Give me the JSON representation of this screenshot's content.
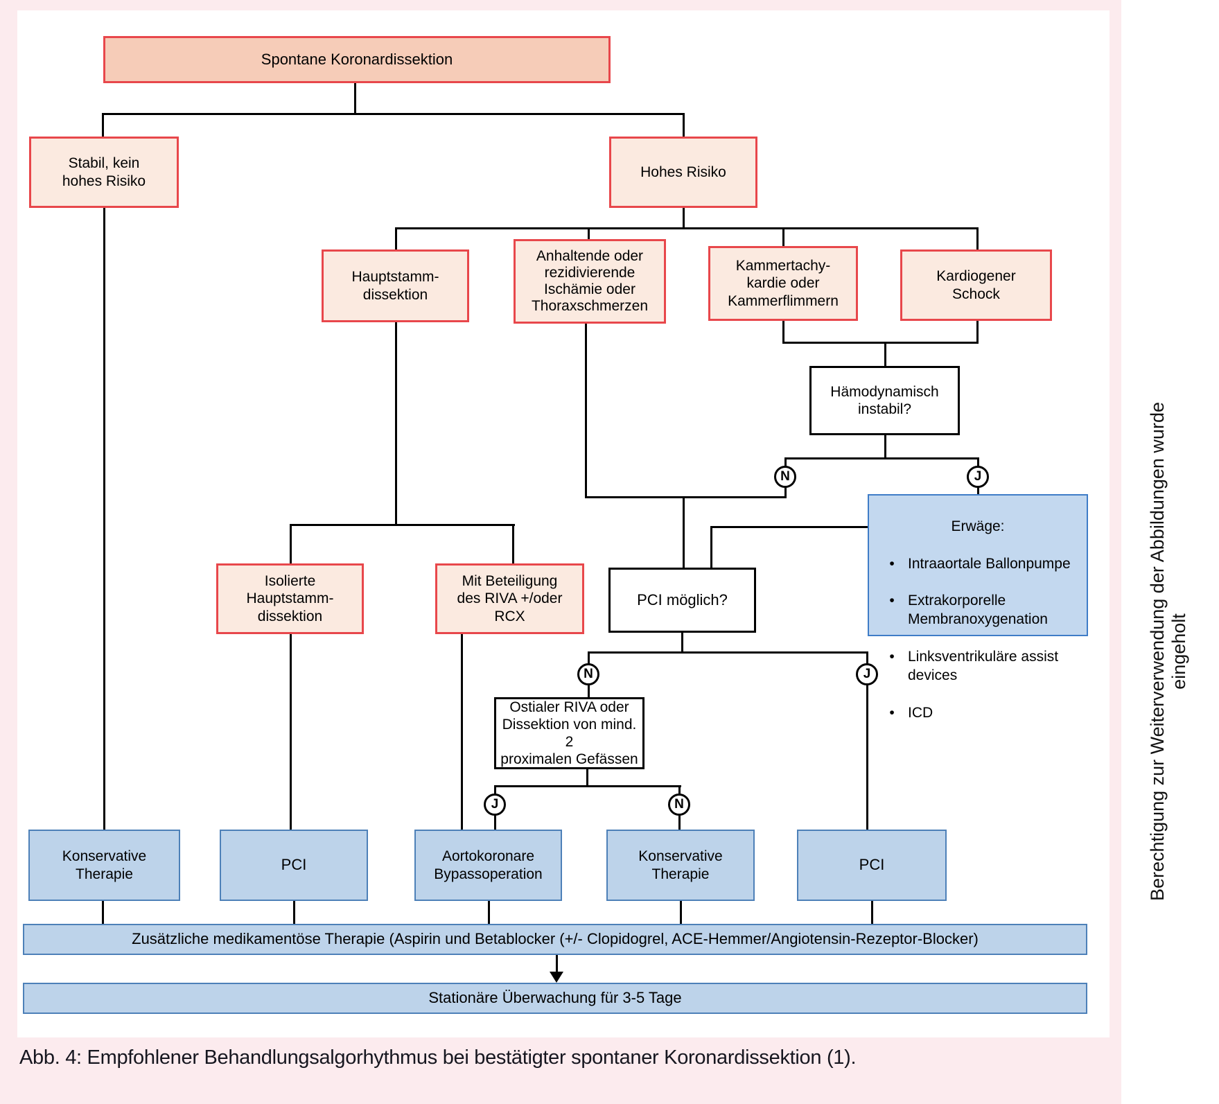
{
  "labels": {
    "yes": "J",
    "no": "N",
    "bullet": "•"
  },
  "nodes": {
    "root": "Spontane Koronardissektion",
    "stable": "Stabil, kein\nhohes Risiko",
    "high_risk": "Hohes Risiko",
    "hauptstamm": "Hauptstamm-\ndissektion",
    "ischaemie": "Anhaltende oder\nrezidivierende\nIschämie oder\nThoraxschmerzen",
    "kammertachykardie": "Kammertachy-\nkardie oder\nKammerflimmern",
    "kardiogener_schock": "Kardiogener\nSchock",
    "haemodynamisch": "Hämodynamisch\ninstabil?",
    "isolierte": "Isolierte\nHauptstamm-\ndissektion",
    "mit_beteiligung": "Mit Beteiligung\ndes RIVA +/oder\nRCX",
    "pci_moeglich": "PCI möglich?",
    "ostialer": "Ostialer RIVA oder\nDissektion von mind. 2\nproximalen Gefässen",
    "konservative_1": "Konservative\nTherapie",
    "pci_1": "PCI",
    "bypass": "Aortokoronare\nBypassoperation",
    "konservative_2": "Konservative\nTherapie",
    "pci_2": "PCI",
    "medikamentoese_bar": "Zusätzliche medikamentöse Therapie (Aspirin und Betablocker (+/- Clopidogrel, ACE-Hemmer/Angiotensin-Rezeptor-Blocker)",
    "ueberwachung_bar": "Stationäre Überwachung für 3-5 Tage"
  },
  "erwaege": {
    "title": "Erwäge:",
    "items": [
      "Intraaortale Ballonpumpe",
      "Extrakorporelle\nMembranoxygenation",
      "Linksventrikuläre assist\ndevices",
      "ICD"
    ]
  },
  "caption": "Abb. 4: Empfohlener Behandlungsalgorhythmus bei bestätigter spontaner Koronardissektion (1).",
  "side_note": "Berechtigung zur Weiterverwendung der Abbildungen wurde eingeholt",
  "colors": {
    "page_pink": "#fcebee",
    "salmon": "#f6ccb8",
    "light_pink": "#fbeae0",
    "red_border": "#e8474b",
    "blue_fill": "#bdd3ea",
    "blue_border": "#4d80b8",
    "erwaege_fill": "#c3d8ef",
    "erwaege_border": "#3e7cc7"
  }
}
